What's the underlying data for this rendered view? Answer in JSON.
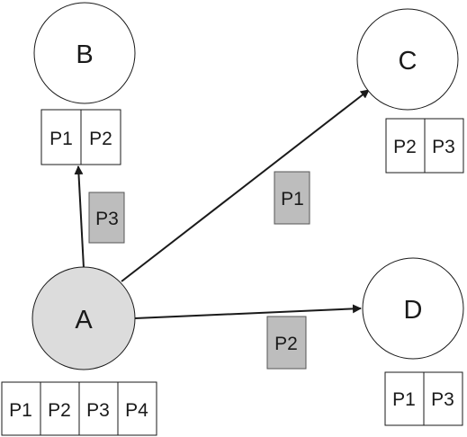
{
  "nodes": {
    "A": {
      "label": "A",
      "partitions": [
        "P1",
        "P2",
        "P3",
        "P4"
      ]
    },
    "B": {
      "label": "B",
      "partitions": [
        "P1",
        "P2"
      ]
    },
    "C": {
      "label": "C",
      "partitions": [
        "P2",
        "P3"
      ]
    },
    "D": {
      "label": "D",
      "partitions": [
        "P1",
        "P3"
      ]
    }
  },
  "transfers": {
    "to_b": "P3",
    "to_c": "P1",
    "to_d": "P2"
  },
  "colors": {
    "source_fill": "#dcdcdc",
    "packet_fill": "#bdbdbd",
    "stroke": "#1a1a1a"
  }
}
